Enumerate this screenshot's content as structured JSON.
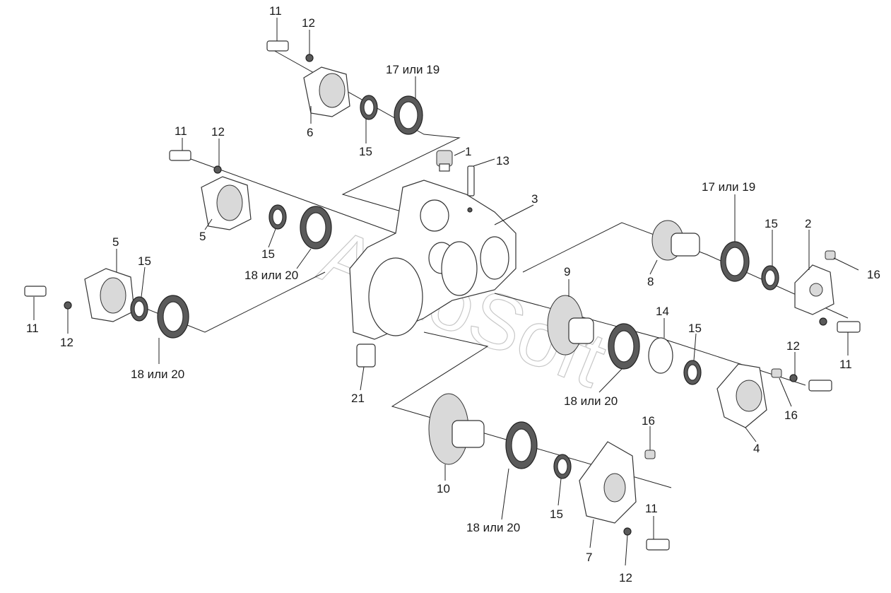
{
  "watermark": "AutoSoft",
  "callouts": [
    {
      "id": "c11a",
      "text": "11"
    },
    {
      "id": "c12a",
      "text": "12"
    },
    {
      "id": "c17a",
      "text": "17 или 19"
    },
    {
      "id": "c6",
      "text": "6"
    },
    {
      "id": "c15a",
      "text": "15"
    },
    {
      "id": "c1",
      "text": "1"
    },
    {
      "id": "c13",
      "text": "13"
    },
    {
      "id": "c11b",
      "text": "11"
    },
    {
      "id": "c12b",
      "text": "12"
    },
    {
      "id": "c3",
      "text": "3"
    },
    {
      "id": "c17b",
      "text": "17 или 19"
    },
    {
      "id": "c15b",
      "text": "15"
    },
    {
      "id": "c2",
      "text": "2"
    },
    {
      "id": "c5a",
      "text": "5"
    },
    {
      "id": "c15c",
      "text": "15"
    },
    {
      "id": "c18a",
      "text": "18 или 20"
    },
    {
      "id": "c16a",
      "text": "16"
    },
    {
      "id": "c8",
      "text": "8"
    },
    {
      "id": "c5b",
      "text": "5"
    },
    {
      "id": "c15d",
      "text": "15"
    },
    {
      "id": "c9",
      "text": "9"
    },
    {
      "id": "c11c",
      "text": "11"
    },
    {
      "id": "c12c",
      "text": "12"
    },
    {
      "id": "c18b",
      "text": "18 или 20"
    },
    {
      "id": "c14",
      "text": "14"
    },
    {
      "id": "c15e",
      "text": "15"
    },
    {
      "id": "c12d",
      "text": "12"
    },
    {
      "id": "c11d",
      "text": "11"
    },
    {
      "id": "c16b",
      "text": "16"
    },
    {
      "id": "c21",
      "text": "21"
    },
    {
      "id": "c18c",
      "text": "18 или 20"
    },
    {
      "id": "c4",
      "text": "4"
    },
    {
      "id": "c16c",
      "text": "16"
    },
    {
      "id": "c10",
      "text": "10"
    },
    {
      "id": "c18d",
      "text": "18 или 20"
    },
    {
      "id": "c15f",
      "text": "15"
    },
    {
      "id": "c11e",
      "text": "11"
    },
    {
      "id": "c7",
      "text": "7"
    },
    {
      "id": "c12e",
      "text": "12"
    }
  ]
}
